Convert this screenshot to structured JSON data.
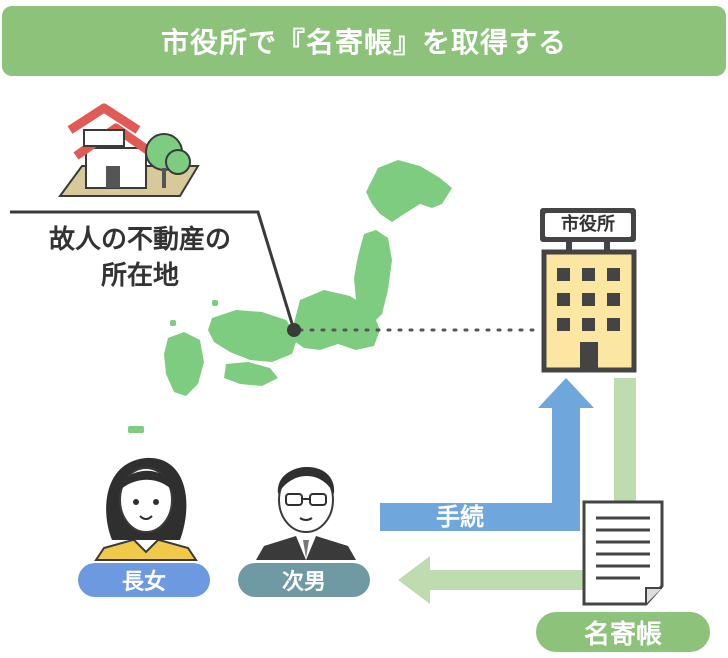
{
  "title": "市役所で『名寄帳』を取得する",
  "property_label": [
    "故人の不動産の",
    "所在地"
  ],
  "city_hall_sign": "市役所",
  "procedure_label": "手続",
  "document_label": "名寄帳",
  "people": [
    {
      "label": "長女",
      "color": "#6c99e0"
    },
    {
      "label": "次男",
      "color": "#6f9aa4"
    }
  ],
  "colors": {
    "banner": "#8dc27b",
    "map": "#7dcc7f",
    "request_arrow": "#6fa6dc",
    "return_arrow": "#bfdcb0",
    "building": "#fbe6a2",
    "document_pill": "#8dc27b"
  },
  "icons": [
    "house-icon",
    "japan-map",
    "city-hall-icon",
    "document-icon",
    "woman-avatar-icon",
    "man-avatar-icon"
  ]
}
